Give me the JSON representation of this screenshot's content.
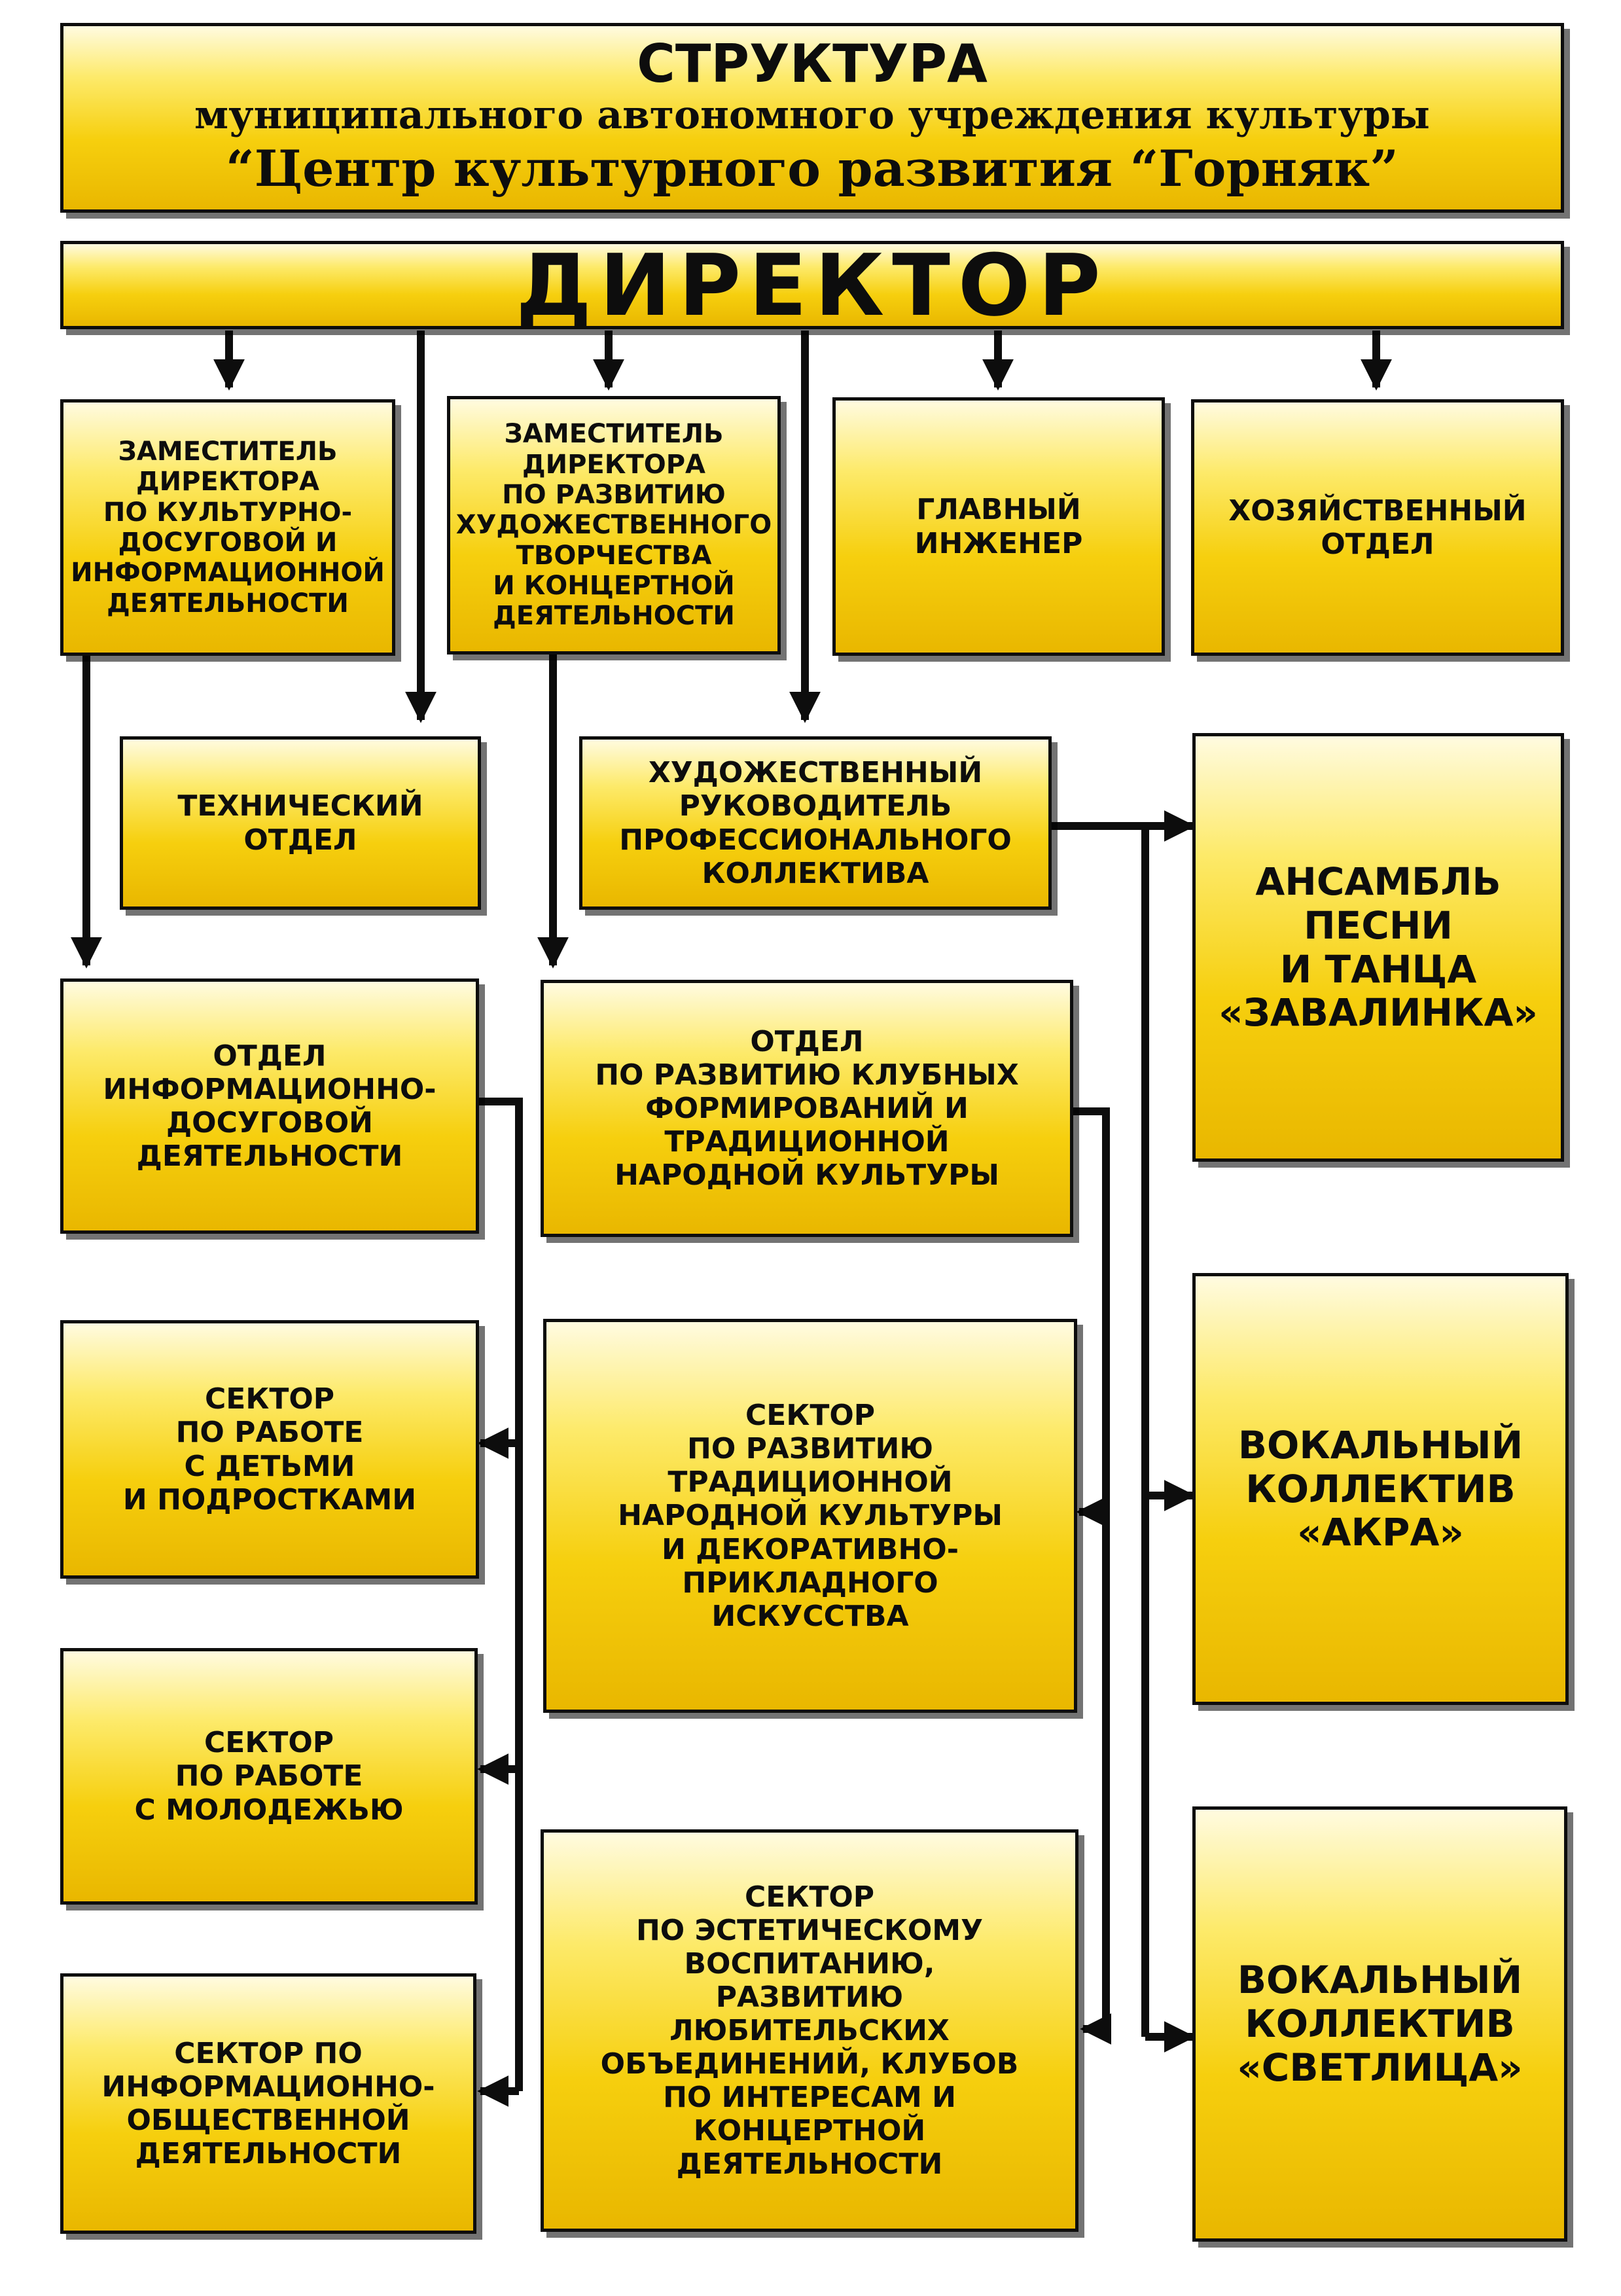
{
  "header": {
    "title": "СТРУКТУРА",
    "subtitle": "муниципального автономного учреждения культуры",
    "name": "“Центр культурного развития “Горняк”"
  },
  "director": "ДИРЕКТОР",
  "units": {
    "deputy_cultural": "ЗАМЕСТИТЕЛЬ\nДИРЕКТОРА\nПО КУЛЬТУРНО-\nДОСУГОВОЙ И\nИНФОРМАЦИОННОЙ\nДЕЯТЕЛЬНОСТИ",
    "deputy_art": "ЗАМЕСТИТЕЛЬ\nДИРЕКТОРА\nПО РАЗВИТИЮ\nХУДОЖЕСТВЕННОГО\nТВОРЧЕСТВА\nИ КОНЦЕРТНОЙ\nДЕЯТЕЛЬНОСТИ",
    "chief_engineer": "ГЛАВНЫЙ\nИНЖЕНЕР",
    "household": "ХОЗЯЙСТВЕННЫЙ\nОТДЕЛ",
    "technical": "ТЕХНИЧЕСКИЙ\nОТДЕЛ",
    "art_director": "ХУДОЖЕСТВЕННЫЙ\nРУКОВОДИТЕЛЬ\nПРОФЕССИОНАЛЬНОГО\nКОЛЛЕКТИВА",
    "ensemble_zavalinka": "АНСАМБЛЬ\nПЕСНИ\nИ ТАНЦА\n«ЗАВАЛИНКА»",
    "dept_info_leisure": "ОТДЕЛ\nИНФОРМАЦИОННО-\nДОСУГОВОЙ\nДЕЯТЕЛЬНОСТИ",
    "dept_club": "ОТДЕЛ\nПО РАЗВИТИЮ КЛУБНЫХ\nФОРМИРОВАНИЙ И\nТРАДИЦИОННОЙ\nНАРОДНОЙ КУЛЬТУРЫ",
    "sector_children": "СЕКТОР\nПО РАБОТЕ\nС ДЕТЬМИ\nИ ПОДРОСТКАМИ",
    "sector_folk": "СЕКТОР\nПО РАЗВИТИЮ\nТРАДИЦИОННОЙ\nНАРОДНОЙ КУЛЬТУРЫ\nИ ДЕКОРАТИВНО-\nПРИКЛАДНОГО\nИСКУССТВА",
    "vocal_akra": "ВОКАЛЬНЫЙ\nКОЛЛЕКТИВ\n«АКРА»",
    "sector_youth": "СЕКТОР\nПО РАБОТЕ\nС МОЛОДЕЖЬЮ",
    "sector_aesthetic": "СЕКТОР\nПО ЭСТЕТИЧЕСКОМУ\nВОСПИТАНИЮ,\nРАЗВИТИЮ\nЛЮБИТЕЛЬСКИХ\nОБЪЕДИНЕНИЙ, КЛУБОВ\nПО ИНТЕРЕСАМ И\nКОНЦЕРТНОЙ\nДЕЯТЕЛЬНОСТИ",
    "sector_info_social": "СЕКТОР ПО\nИНФОРМАЦИОННО-\nОБЩЕСТВЕННОЙ\nДЕЯТЕЛЬНОСТИ",
    "vocal_svetlitsa": "ВОКАЛЬНЫЙ\nКОЛЛЕКТИВ\n«СВЕТЛИЦА»"
  },
  "colors": {
    "box_fill_top": "#fffbe0",
    "box_fill_bottom": "#e9b700",
    "border": "#0d0d0d"
  }
}
